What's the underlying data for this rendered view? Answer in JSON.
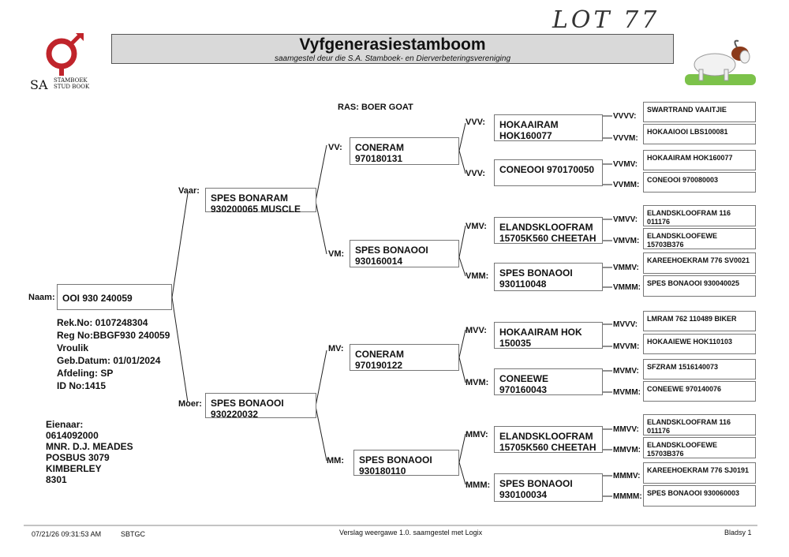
{
  "handwritten_lot": "LOT 77",
  "logo": {
    "short": "SA",
    "line1": "STAMBOEK",
    "line2": "STUD BOOK",
    "color": "#c0242b"
  },
  "title": "Vyfgenerasiestamboom",
  "subtitle": "saamgestel deur die S.A. Stamboek- en Dierverbeteringsvereniging",
  "ras": "RAS: BOER GOAT",
  "animal": {
    "label": "Naam:",
    "name": "OOI 930 240059",
    "details": [
      "Rek.No: 0107248304",
      "Reg No:BBGF930 240059",
      "Vroulik",
      "Geb.Datum: 01/01/2024",
      "Afdeling: SP",
      "ID No:1415"
    ]
  },
  "owner": {
    "title": "Eienaar:",
    "lines": [
      "0614092000",
      "MNR. D.J. MEADES",
      "POSBUS 3079",
      "KIMBERLEY",
      "8301"
    ]
  },
  "labels": {
    "vaar": "Vaar:",
    "moer": "Moer:",
    "vv": "VV:",
    "vm": "VM:",
    "mv": "MV:",
    "mm": "MM:",
    "vvv": "VVV:",
    "vvm": "VVV:",
    "vmv": "VMV:",
    "vmm": "VMM:",
    "mvv": "MVV:",
    "mvm": "MVM:",
    "mmv": "MMV:",
    "mmm": "MMM:",
    "vvvv": "VVVV:",
    "vvvm": "VVVM:",
    "vvmv": "VVMV:",
    "vvmm": "VVMM:",
    "vmvv": "VMVV:",
    "vmvm": "VMVM:",
    "vmmv": "VMMV:",
    "vmmm": "VMMM:",
    "mvvv": "MVVV:",
    "mvvm": "MVVM:",
    "mvmv": "MVMV:",
    "mvmm": "MVMM:",
    "mmvv": "MMVV:",
    "mmvm": "MMVM:",
    "mmmv": "MMMV:",
    "mmmm": "MMMM:"
  },
  "gen1": {
    "vaar": [
      "SPES BONARAM",
      "930200065 MUSCLE"
    ],
    "moer": [
      "SPES BONAOOI",
      "930220032"
    ]
  },
  "gen2": {
    "vv": "CONERAM 970180131",
    "vm": [
      "SPES BONAOOI",
      "930160014"
    ],
    "mv": "CONERAM 970190122",
    "mm": [
      "SPES BONAOOI",
      "930180110"
    ]
  },
  "gen3": {
    "vvv": [
      "HOKAAIRAM",
      "HOK160077"
    ],
    "vvm": "CONEOOI 970170050",
    "vmv": [
      "ELANDSKLOOFRAM",
      "15705K560 CHEETAH"
    ],
    "vmm": [
      "SPES BONAOOI",
      "930110048"
    ],
    "mvv": [
      "HOKAAIRAM HOK",
      "150035"
    ],
    "mvm": "CONEEWE 970160043",
    "mmv": [
      "ELANDSKLOOFRAM",
      "15705K560 CHEETAH"
    ],
    "mmm": [
      "SPES BONAOOI",
      "930100034"
    ]
  },
  "gen4": {
    "vvvv": "SWARTRAND VAAITJIE",
    "vvvm": "HOKAAIOOI LBS100081",
    "vvmv": "HOKAAIRAM HOK160077",
    "vvmm": "CONEOOI 970080003",
    "vmvv": [
      "ELANDSKLOOFRAM 116",
      "011176"
    ],
    "vmvm": [
      "ELANDSKLOOFEWE",
      "15703B376"
    ],
    "vmmv": "KAREEHOEKRAM 776 SV0021",
    "vmmm": "SPES BONAOOI 930040025",
    "mvvv": "LMRAM 762 110489 BIKER",
    "mvvm": "HOKAAIEWE HOK110103",
    "mvmv": "SFZRAM 1516140073",
    "mvmm": "CONEEWE 970140076",
    "mmvv": [
      "ELANDSKLOOFRAM 116",
      "011176"
    ],
    "mmvm": [
      "ELANDSKLOOFEWE",
      "15703B376"
    ],
    "mmmv": "KAREEHOEKRAM 776 SJ0191",
    "mmmm": "SPES BONAOOI 930060003"
  },
  "footer": {
    "datetime": "07/21/26 09:31:53 AM",
    "code": "SBTGC",
    "center": "Verslag weergawe 1.0. saamgestel met Logix",
    "page": "Bladsy 1"
  }
}
